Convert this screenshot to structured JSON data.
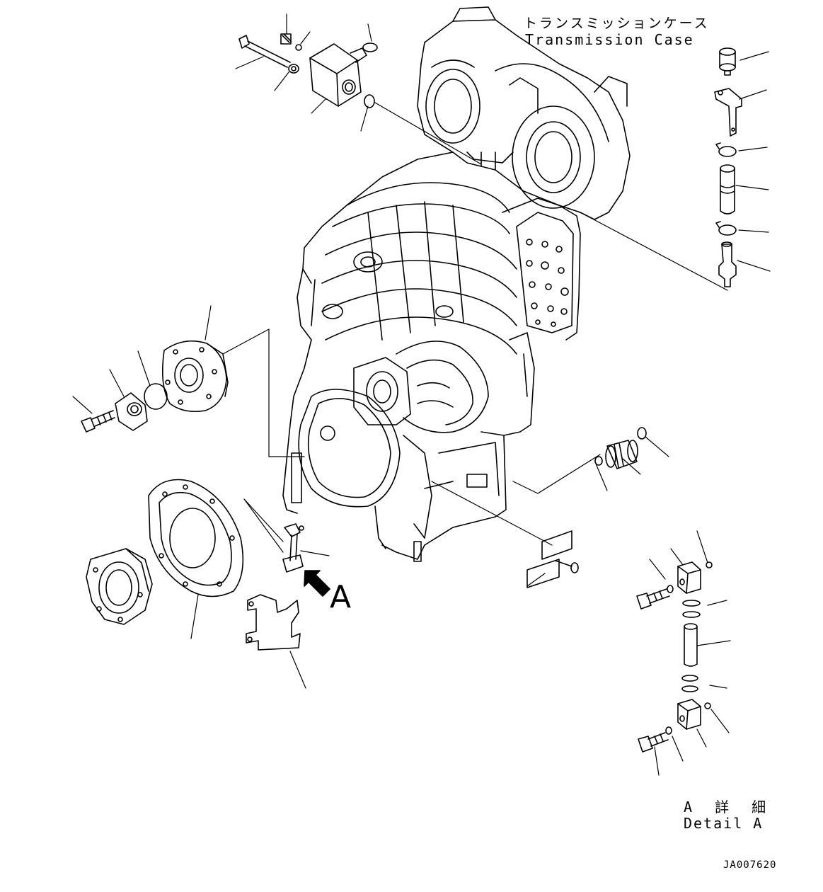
{
  "labels": {
    "title_ja": "トランスミッションケース",
    "title_en": "Transmission Case",
    "view_letter": "A",
    "detail_ja": "A 詳 細",
    "detail_en": "Detail A",
    "doc_id": "JA007620"
  },
  "colors": {
    "line": "#000000",
    "background": "#ffffff"
  }
}
